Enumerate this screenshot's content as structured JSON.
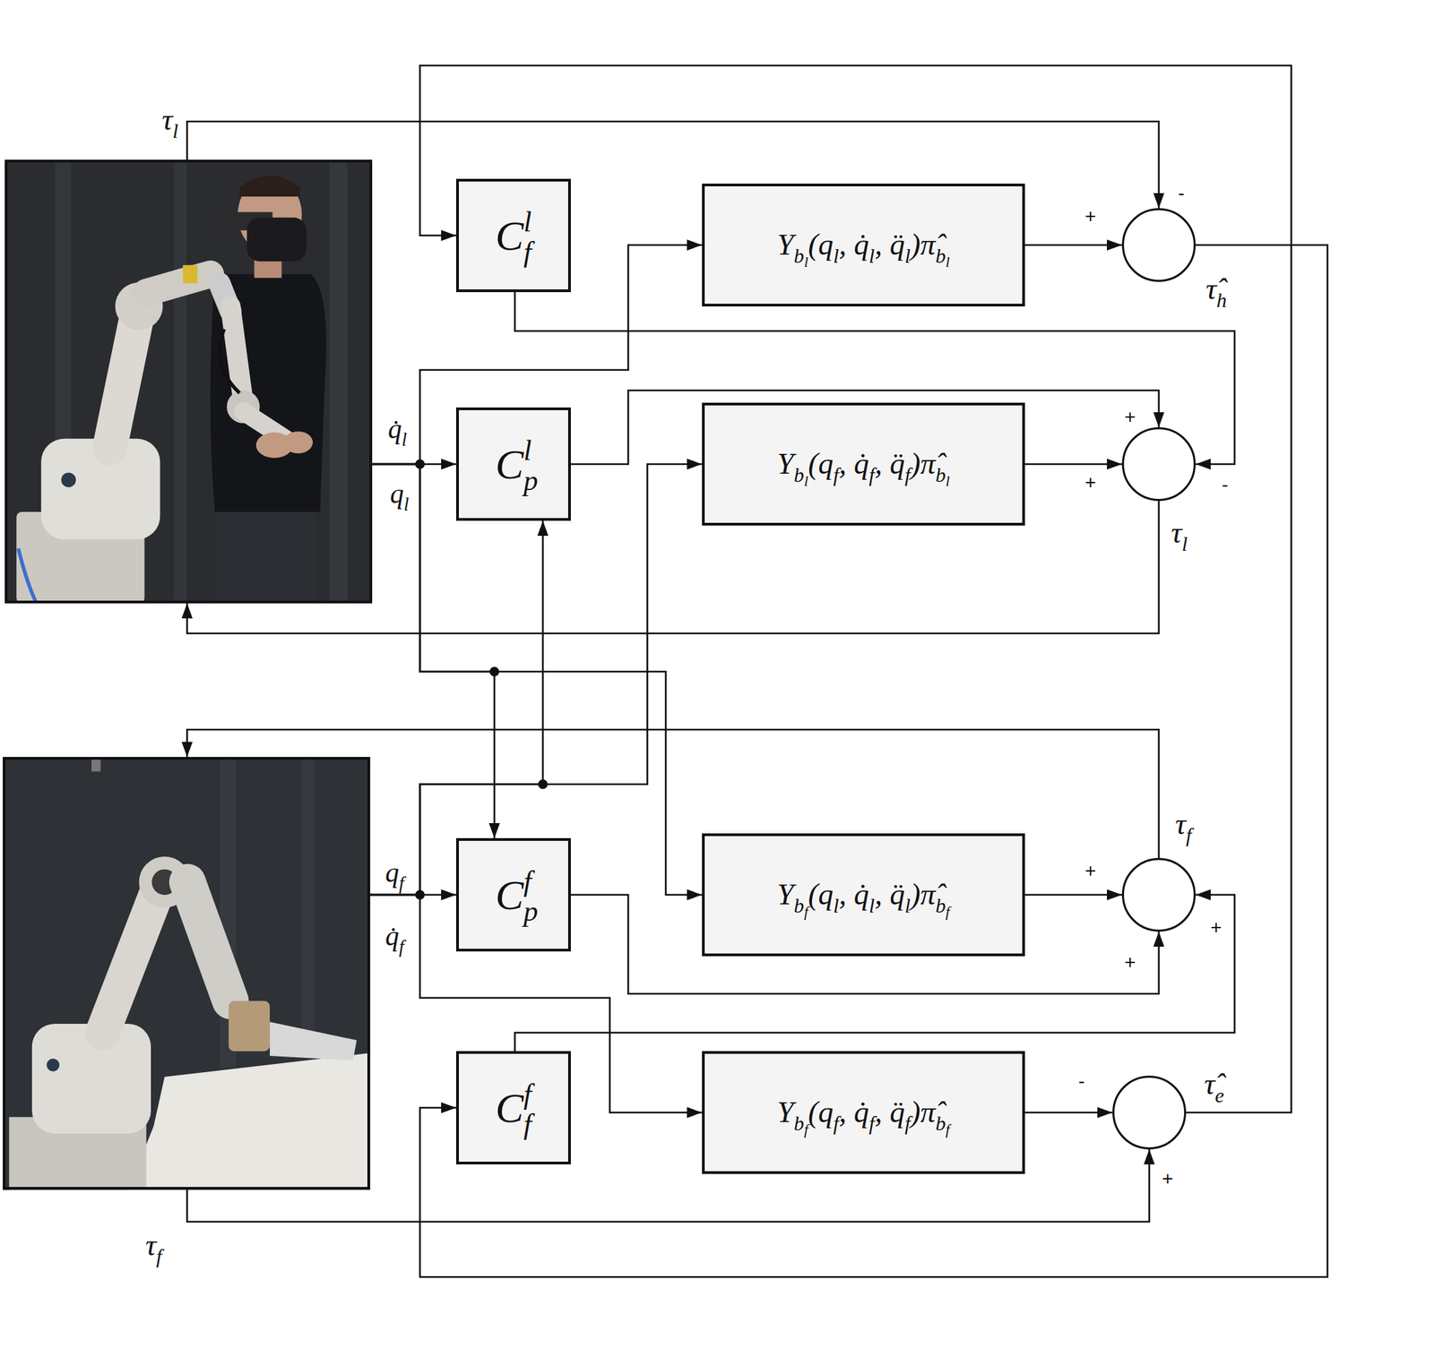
{
  "diagram": {
    "nodes": [
      {
        "text": [
          "τl"
        ]
      },
      {
        "text": [
          "Cfl"
        ]
      },
      {
        "text": [
          "Ybl(ql, q̇l, q̈l)π̂bl"
        ]
      },
      {
        "text": [
          "τ̂h"
        ]
      },
      {
        "text": [
          "Cpl"
        ]
      },
      {
        "text": [
          "Ybl(qf, q̇f, q̈f)π̂bl"
        ]
      },
      {
        "text": [
          "τl"
        ]
      },
      {
        "text": [
          "τf"
        ]
      },
      {
        "text": [
          "Cpf"
        ]
      },
      {
        "text": [
          "Ybf(ql, q̇l, q̈l)π̂bf"
        ]
      },
      {
        "text": [
          "τf"
        ]
      },
      {
        "text": [
          "Cff"
        ]
      },
      {
        "text": [
          "Ybf(qf, q̇f, q̈f)π̂bf"
        ]
      },
      {
        "text": [
          "τ̂e"
        ]
      }
    ],
    "edges": [
      {
        "from": 0,
        "to": 3,
        "arrow": "to"
      },
      {
        "from": 0,
        "to": 4,
        "arrow": "to"
      },
      {
        "from": 0,
        "to": 2,
        "arrow": "to"
      },
      {
        "from": 0,
        "to": 9,
        "arrow": "to"
      },
      {
        "from": 0,
        "to": 8,
        "arrow": "to"
      },
      {
        "from": 13,
        "to": 1,
        "arrow": "to"
      },
      {
        "from": 3,
        "to": 11,
        "arrow": "to"
      },
      {
        "from": 1,
        "to": 6,
        "arrow": "to"
      },
      {
        "from": 2,
        "to": 3,
        "arrow": "to"
      },
      {
        "from": 4,
        "to": 6,
        "arrow": "to"
      },
      {
        "from": 5,
        "to": 6,
        "arrow": "to"
      },
      {
        "from": 6,
        "to": 0,
        "arrow": "to"
      },
      {
        "from": 7,
        "to": 8,
        "arrow": "to"
      },
      {
        "from": 7,
        "to": 5,
        "arrow": "to"
      },
      {
        "from": 7,
        "to": 4,
        "arrow": "to"
      },
      {
        "from": 7,
        "to": 12,
        "arrow": "to"
      },
      {
        "from": 8,
        "to": 10,
        "arrow": "to"
      },
      {
        "from": 9,
        "to": 10,
        "arrow": "to"
      },
      {
        "from": 11,
        "to": 10,
        "arrow": "to"
      },
      {
        "from": 10,
        "to": 7,
        "arrow": "to"
      },
      {
        "from": 12,
        "to": 13,
        "arrow": "to"
      },
      {
        "from": 7,
        "to": 13,
        "arrow": "to"
      }
    ],
    "labels": [
      "q̇l",
      "ql",
      "-",
      "+",
      "+",
      "+",
      "-",
      "qf",
      "q̇f",
      "+",
      "+",
      "+",
      "-",
      "+"
    ]
  }
}
